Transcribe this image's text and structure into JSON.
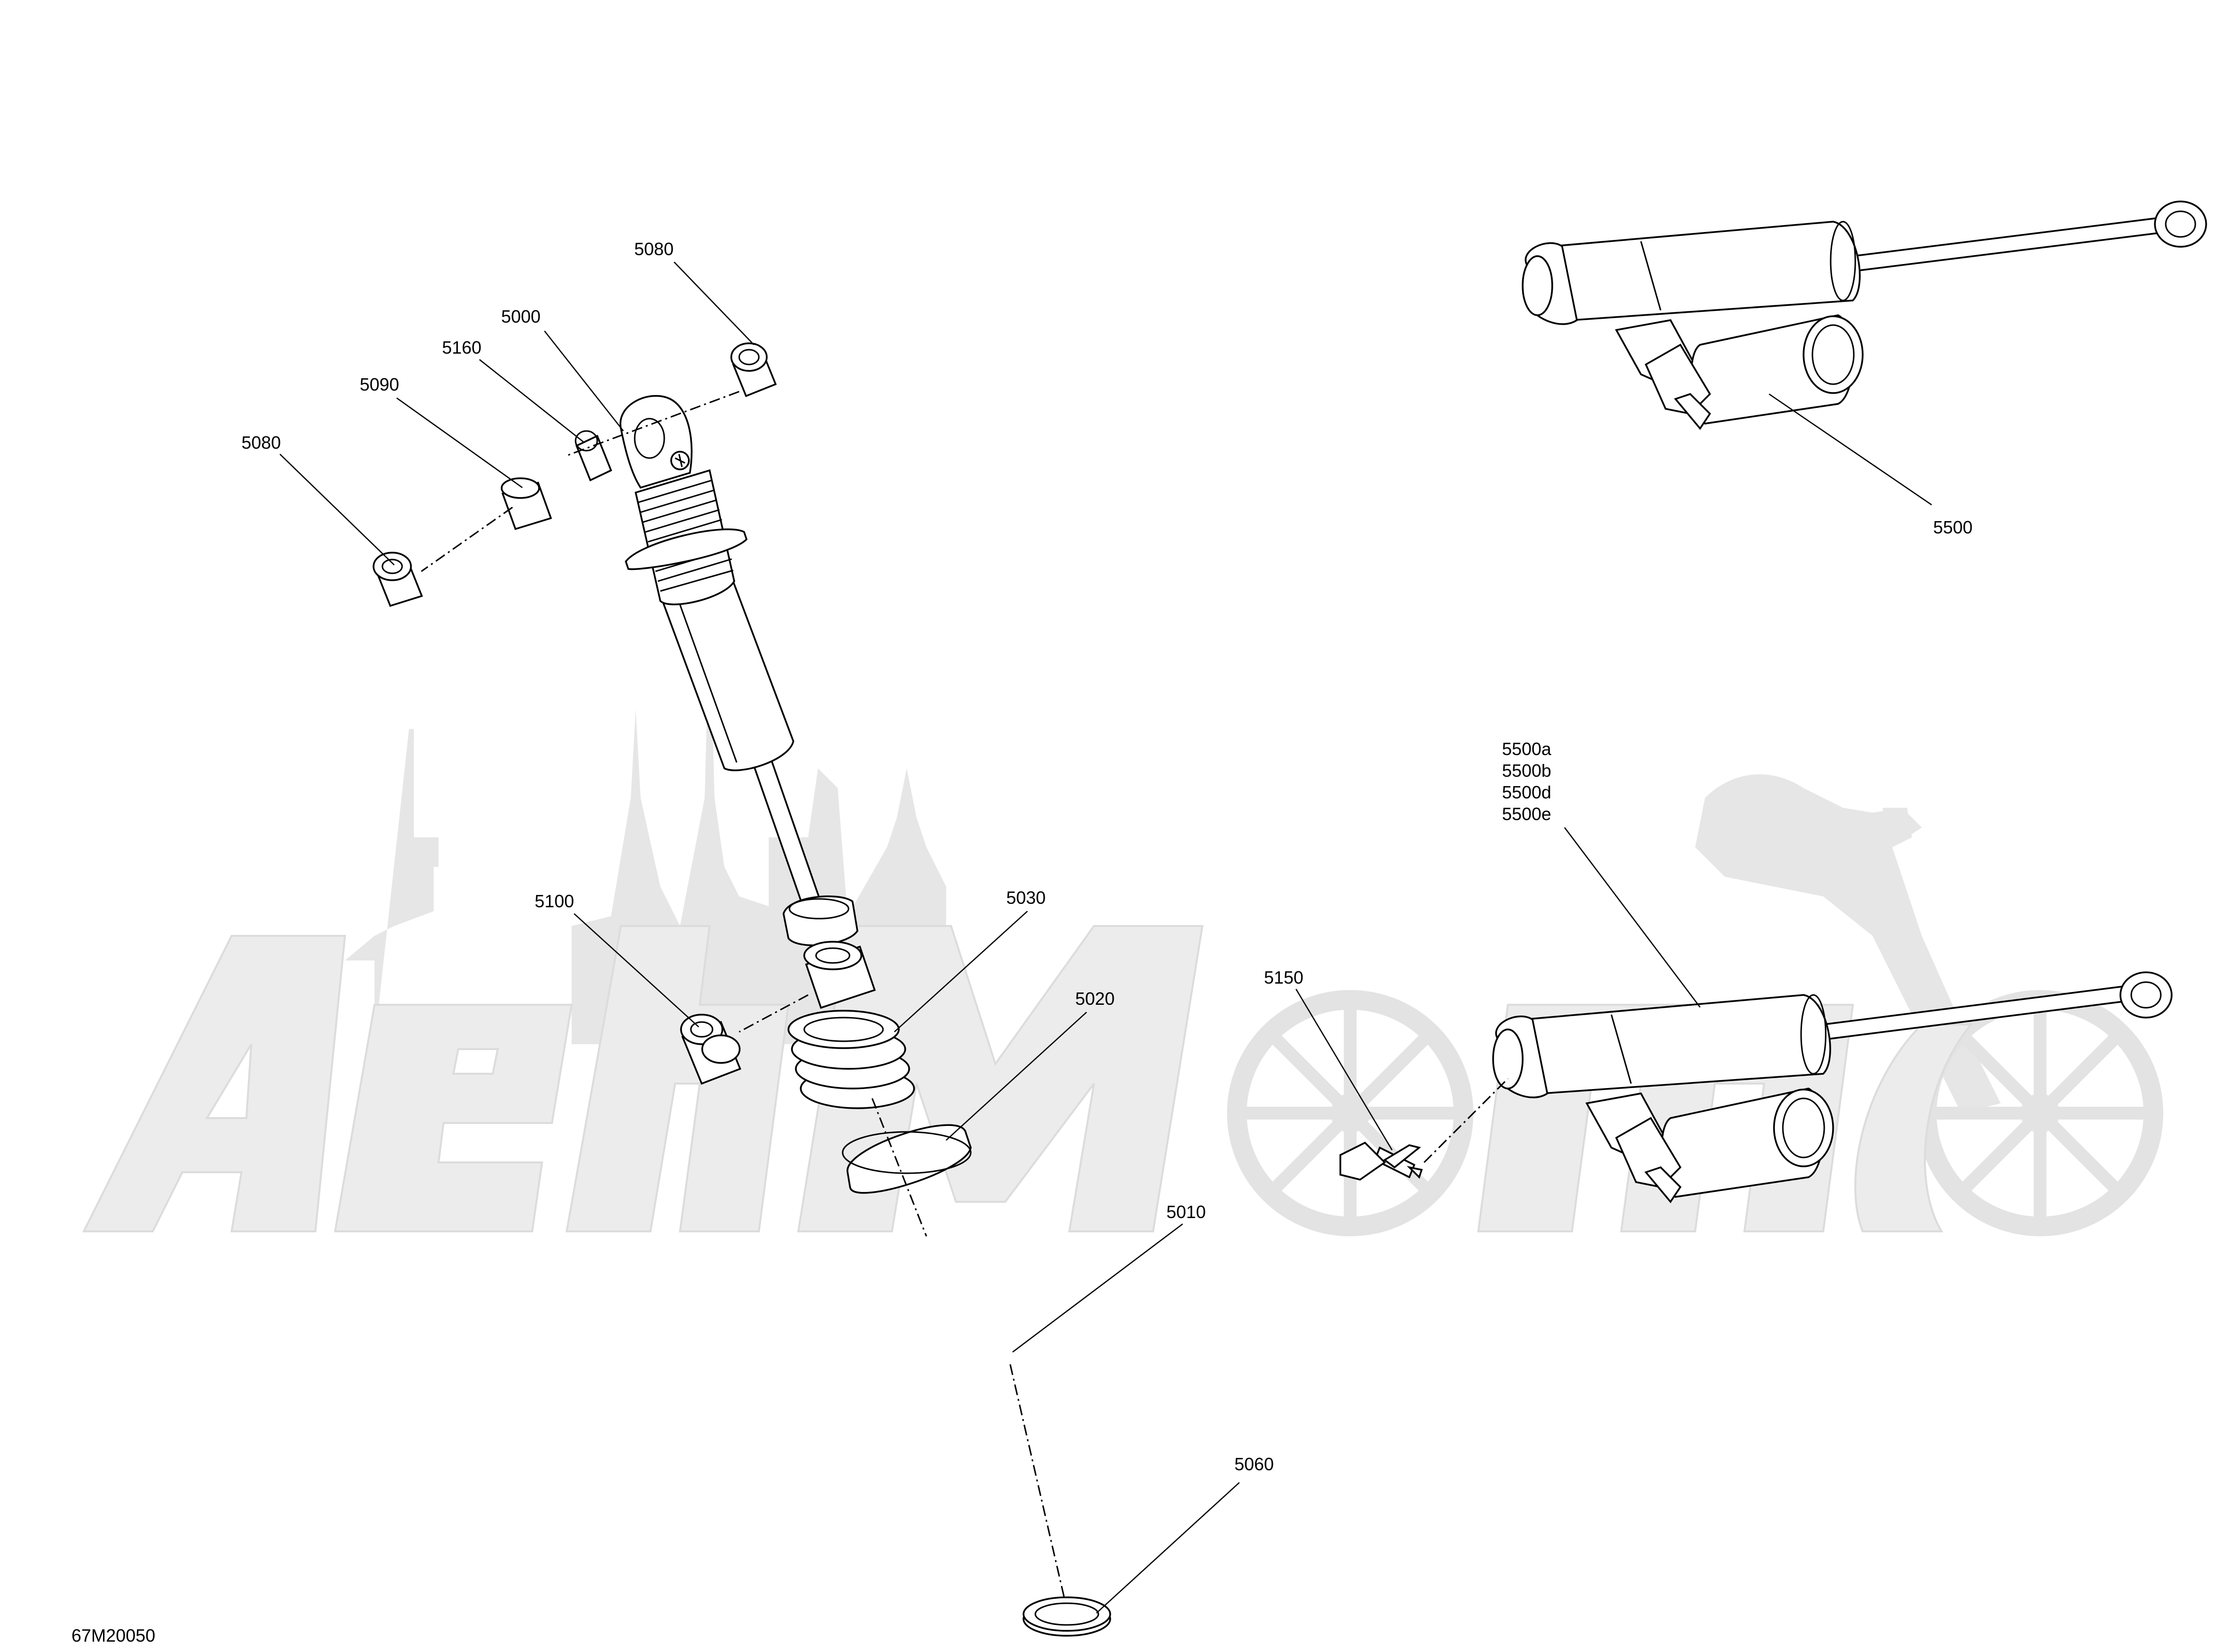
{
  "diagram": {
    "drawing_code": "67M20050",
    "watermark_text": "AehMoto",
    "callouts": [
      {
        "id": "c5080a",
        "label": "5080"
      },
      {
        "id": "c5000",
        "label": "5000"
      },
      {
        "id": "c5160",
        "label": "5160"
      },
      {
        "id": "c5090",
        "label": "5090"
      },
      {
        "id": "c5080b",
        "label": "5080"
      },
      {
        "id": "c5500",
        "label": "5500"
      },
      {
        "id": "c5500v",
        "lines": [
          "5500a",
          "5500b",
          "5500d",
          "5500e"
        ]
      },
      {
        "id": "c5150",
        "label": "5150"
      },
      {
        "id": "c5100",
        "label": "5100"
      },
      {
        "id": "c5030",
        "label": "5030"
      },
      {
        "id": "c5020",
        "label": "5020"
      },
      {
        "id": "c5010",
        "label": "5010"
      },
      {
        "id": "c5060",
        "label": "5060"
      }
    ],
    "colors": {
      "line": "#000000",
      "background": "#ffffff",
      "watermark": "#e6e6e6"
    }
  }
}
